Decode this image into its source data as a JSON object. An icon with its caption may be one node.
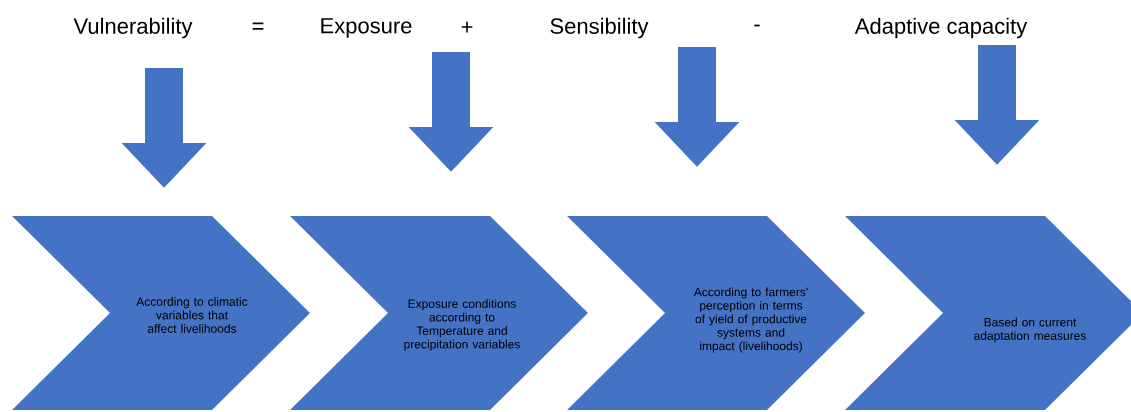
{
  "diagram": {
    "nodes": [
      {
        "text": [
          "Vulnerability"
        ]
      },
      {
        "text": [
          "Exposure"
        ]
      },
      {
        "text": [
          "Sensibility"
        ]
      },
      {
        "text": [
          "Adaptive capacity"
        ]
      },
      {
        "text": [
          "According to climatic variables that affect livelihoods"
        ]
      },
      {
        "text": [
          "Exposure conditions according to Temperature and precipitation variables"
        ]
      },
      {
        "text": [
          "According to farmers' perception in terms of yield of productive systems and impact (livelihoods)"
        ]
      },
      {
        "text": [
          "Based on current adaptation measures"
        ]
      }
    ],
    "edges": [
      {
        "from": 0,
        "to": 4,
        "arrow": "to"
      },
      {
        "from": 1,
        "to": 5,
        "arrow": "to"
      },
      {
        "from": 2,
        "to": 6,
        "arrow": "to"
      },
      {
        "from": 3,
        "to": 7,
        "arrow": "to"
      }
    ],
    "labels": [
      "=",
      "+",
      "-"
    ]
  }
}
